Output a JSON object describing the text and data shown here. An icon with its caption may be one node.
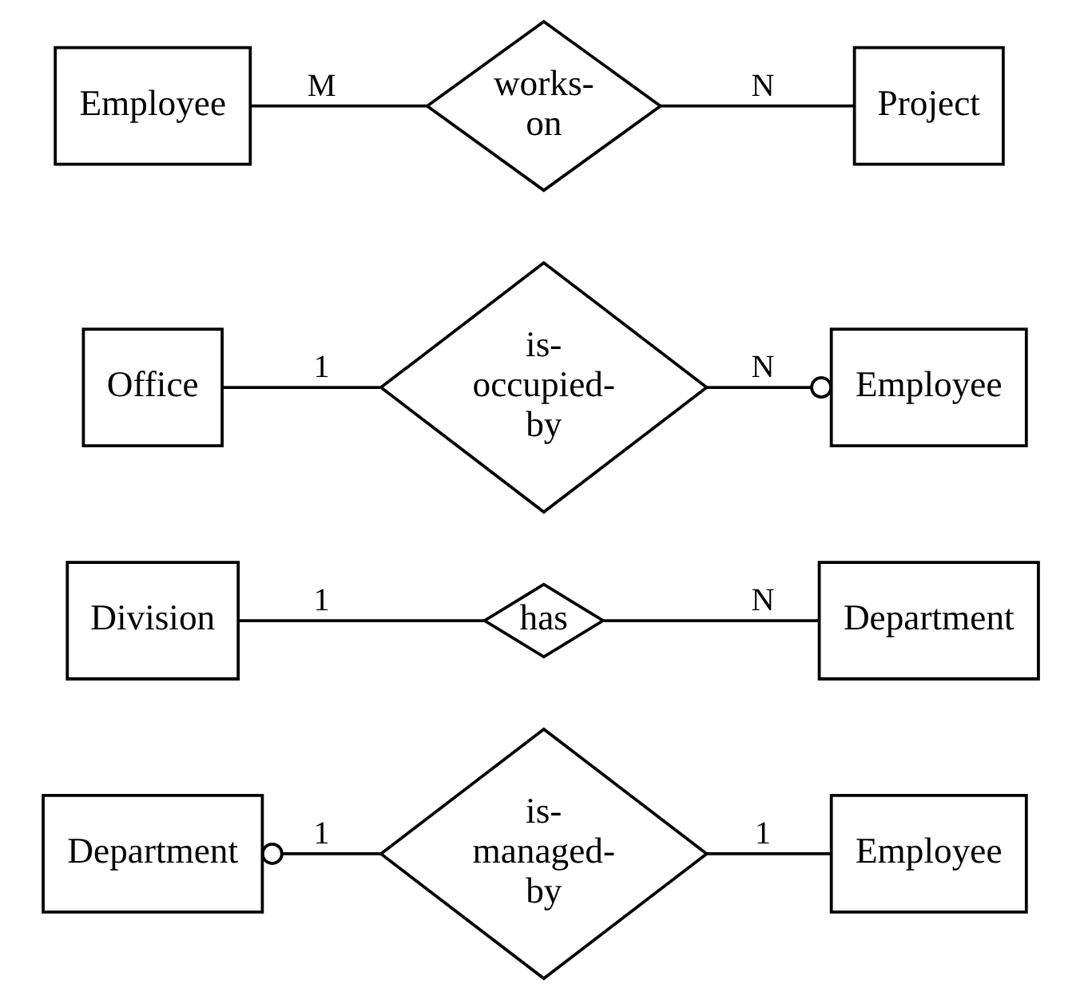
{
  "diagram": {
    "nodes": [
      {
        "text": [
          "Department"
        ]
      },
      {
        "text": [
          "is- managed- by"
        ]
      },
      {
        "text": [
          "Employee"
        ]
      },
      {
        "text": [
          "Division"
        ]
      },
      {
        "text": [
          "has"
        ]
      },
      {
        "text": [
          "Department"
        ]
      },
      {
        "text": [
          "Office"
        ]
      },
      {
        "text": [
          "is- occupied- by"
        ]
      },
      {
        "text": [
          "Employee"
        ]
      },
      {
        "text": [
          "Employee"
        ]
      },
      {
        "text": [
          "works- on"
        ]
      },
      {
        "text": [
          "Project"
        ]
      }
    ],
    "edges": [
      {
        "from": 0,
        "to": 1,
        "arrow": "other",
        "label": "1"
      },
      {
        "from": 1,
        "to": 2,
        "arrow": "none",
        "label": "1"
      },
      {
        "from": 3,
        "to": 4,
        "arrow": "none",
        "label": "1"
      },
      {
        "from": 4,
        "to": 5,
        "arrow": "none",
        "label": "N"
      },
      {
        "from": 6,
        "to": 7,
        "arrow": "none",
        "label": "1"
      },
      {
        "from": 8,
        "to": 7,
        "arrow": "other",
        "label": "N"
      },
      {
        "from": 9,
        "to": 10,
        "arrow": "none",
        "label": "M"
      },
      {
        "from": 10,
        "to": 11,
        "arrow": "none",
        "label": "N"
      }
    ]
  }
}
